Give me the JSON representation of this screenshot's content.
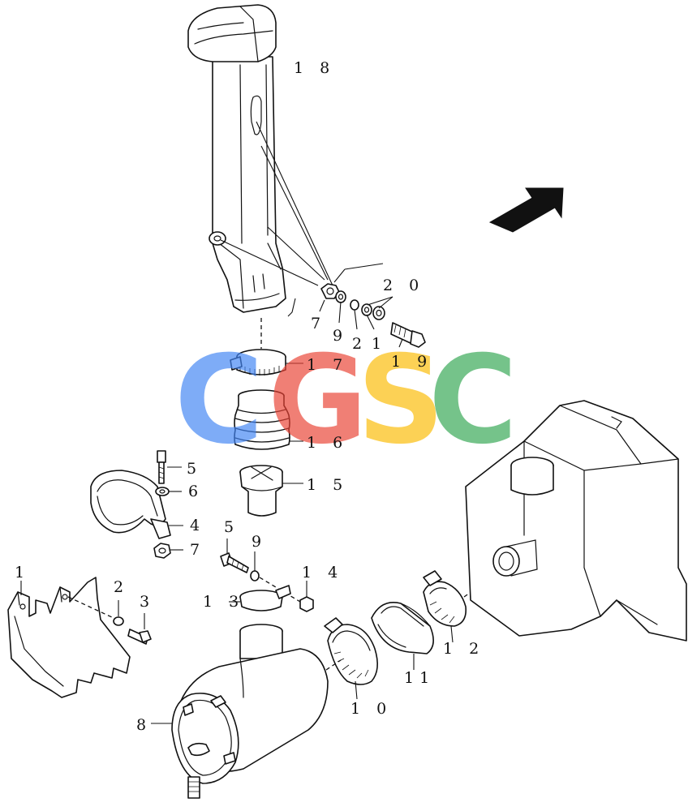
{
  "callouts": {
    "c1": "1",
    "c1b": "1",
    "c2": "2",
    "c2b": "2",
    "c3": "3",
    "c4": "4",
    "c5": "5",
    "c5b": "5",
    "c6": "6",
    "c7": "7",
    "c7b": "7",
    "c8": "8",
    "c9": "9",
    "c9b": "9",
    "c10": "1 0",
    "c11": "11",
    "c12": "1 2",
    "c13": "1 3",
    "c14": "1 4",
    "c15": "1 5",
    "c16": "1 6",
    "c17": "1 7",
    "c18": "1 8",
    "c19": "1 9",
    "c20": "2 0"
  },
  "watermark": {
    "letters": [
      "C",
      "G",
      "S",
      "C"
    ],
    "colors": [
      "#4285F4",
      "#EA4335",
      "#FBBC05",
      "#34A853"
    ]
  },
  "colors": {
    "line": "#111111",
    "background": "#ffffff"
  }
}
